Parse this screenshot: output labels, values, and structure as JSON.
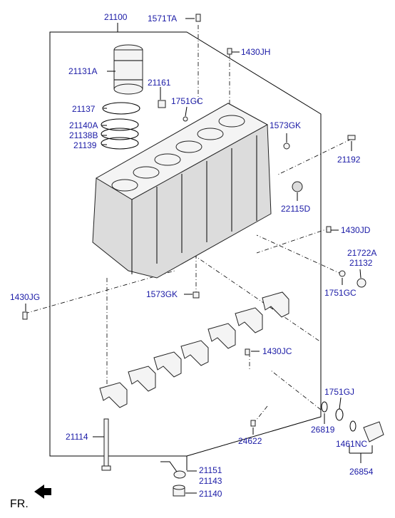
{
  "diagram": {
    "labels": {
      "l21100": "21100",
      "l1571TA": "1571TA",
      "l1430JH": "1430JH",
      "l21131A": "21131A",
      "l21161": "21161",
      "l1751GC_top": "1751GC",
      "l21137": "21137",
      "l21140A": "21140A",
      "l21138B": "21138B",
      "l21139": "21139",
      "l1573GK_top": "1573GK",
      "l21192": "21192",
      "l22115D": "22115D",
      "l1430JD": "1430JD",
      "l21722A": "21722A",
      "l21132": "21132",
      "l1751GC_right": "1751GC",
      "l1430JG": "1430JG",
      "l1573GK_mid": "1573GK",
      "l1430JC": "1430JC",
      "l1751GJ": "1751GJ",
      "l26819": "26819",
      "l24622": "24622",
      "l21114": "21114",
      "l1461NC": "1461NC",
      "l26854": "26854",
      "l21151": "21151",
      "l21143": "21143",
      "l21140": "21140",
      "fr": "FR."
    }
  }
}
